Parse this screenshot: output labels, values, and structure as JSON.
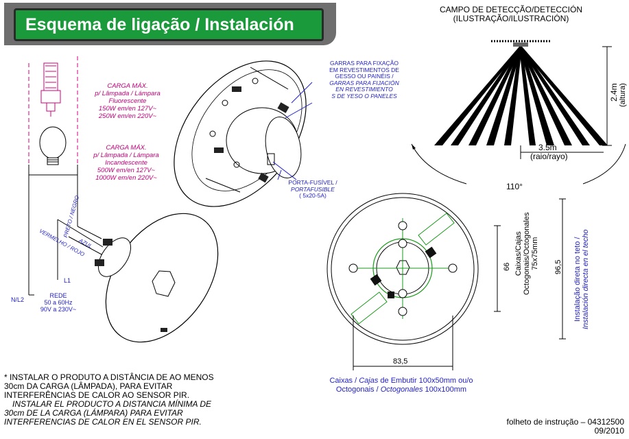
{
  "title": "Esquema de ligação / Instalación",
  "detection": {
    "title_line1": "CAMPO DE DETECÇÃO/DETECCIÓN",
    "title_line2": "(ILUSTRAÇÃO/ILUSTRACIÓN)",
    "height_value": "2.4m",
    "height_label": "(altura)",
    "radius_value": "3.5m",
    "radius_label": "(raio/rayo)",
    "angle": "110°"
  },
  "load_fluorescent": [
    "CARGA MÁX.",
    "p/ Lâmpada / Lámpara",
    "Fluorescente",
    "150W em/en 127V~",
    "250W em/en 220V~"
  ],
  "load_incandescent": [
    "CARGA MÁX.",
    "p/ Lâmpada / Lámpara",
    "Incandescente",
    "500W em/en 127V~",
    "1000W em/en 220V~"
  ],
  "claws_note": [
    "GARRAS PARA FIXAÇÃO",
    "EM REVESTIMENTOS DE",
    "GESSO OU PAINÉIS /",
    "GARRAS PARA FIJACIÓN",
    "EN REVESTIMIENTO",
    "S DE YESO O PANELES"
  ],
  "fuse_note": [
    "PORTA-FUSÍVEL /",
    "PORTAFUSIBLE",
    "( 5x20-5A)"
  ],
  "wires": {
    "black": "PRETO / NEGRO",
    "red": "VERMELHO / ROJO",
    "blue": "AZUL"
  },
  "network": {
    "l1": "L1",
    "n_l2": "N/L2",
    "label": "REDE",
    "freq": "50 a 60Hz",
    "volt": "90V a 230V~"
  },
  "dims": {
    "d66": "66",
    "d965": "96,5",
    "d835": "83,5",
    "box_line1": "Caixas/Cajas",
    "box_line2": "Octogonais/Octogonales",
    "box_line3": "75x75mm",
    "ceiling_line1": "Instalação direta no teto /",
    "ceiling_line2": "Instalación directa en el techo"
  },
  "boxes_caption": {
    "a": "Caixas / ",
    "b": "Cajas",
    "c": " de Embutir 100x50mm ou/o",
    "d": "Octogonais / ",
    "e": "Octogonales",
    "f": " 100x100mm"
  },
  "warning": {
    "pt1": "* INSTALAR O PRODUTO A DISTÂNCIA DE AO MENOS",
    "pt2": "30cm   DA   CARGA   (LÂMPADA),   PARA   EVITAR",
    "pt3": "INTERFERÊNCIAS DE CALOR AO SENSOR PIR.",
    "es1": "INSTALAR EL PRODUCTO A DISTANCIA MÍNIMA DE",
    "es2": "30cm  DE     LA  CARGA  (LÁMPARA)  PARA  EVITAR",
    "es3": "INTERFERENCIAS DE CALOR EN EL SENSOR PIR."
  },
  "footer": {
    "doc": "folheto de instrução – 04312500",
    "date": "09/2010"
  },
  "colors": {
    "title_bg": "#1b9a3c",
    "frame": "#6e6e6e",
    "magenta": "#c0007a",
    "blue": "#1e1ec8",
    "green": "#1a9a1a"
  }
}
